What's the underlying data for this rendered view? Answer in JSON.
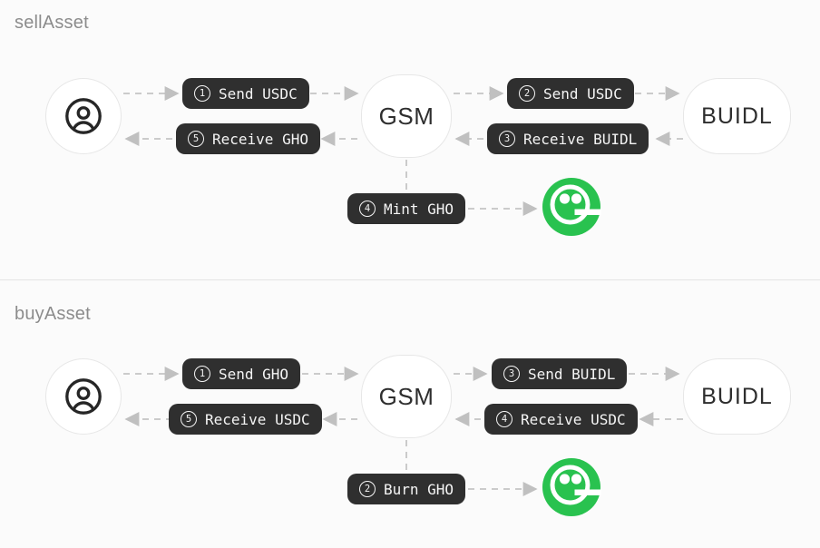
{
  "page": {
    "background": "#fbfbfb",
    "divider_color": "#e4e4e4",
    "accent_green": "#29C24F",
    "pill_background": "#2f2f2f",
    "pill_text_color": "#f4f4f4"
  },
  "sections": [
    {
      "title": "sellAsset",
      "user_icon": "user-circle-icon",
      "gsm_label": "GSM",
      "buidl_label": "BUIDL",
      "gho_icon": "gho-token-icon",
      "pills": [
        {
          "num": "1",
          "label": "Send USDC"
        },
        {
          "num": "5",
          "label": "Receive GHO"
        },
        {
          "num": "2",
          "label": "Send USDC"
        },
        {
          "num": "3",
          "label": "Receive BUIDL"
        },
        {
          "num": "4",
          "label": "Mint GHO"
        }
      ]
    },
    {
      "title": "buyAsset",
      "user_icon": "user-circle-icon",
      "gsm_label": "GSM",
      "buidl_label": "BUIDL",
      "gho_icon": "gho-token-icon",
      "pills": [
        {
          "num": "1",
          "label": "Send GHO"
        },
        {
          "num": "5",
          "label": "Receive USDC"
        },
        {
          "num": "3",
          "label": "Send BUIDL"
        },
        {
          "num": "4",
          "label": "Receive USDC"
        },
        {
          "num": "2",
          "label": "Burn GHO"
        }
      ]
    }
  ]
}
